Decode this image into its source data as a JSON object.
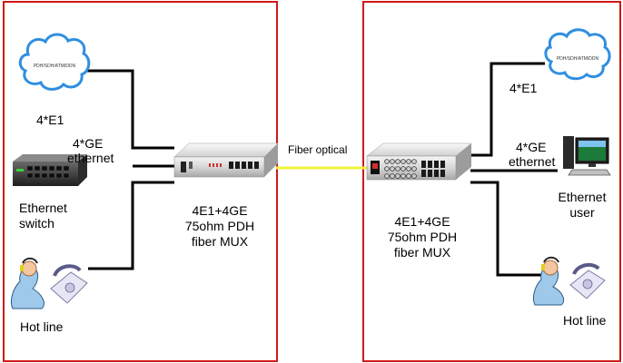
{
  "left_site": {
    "cloud_text": "PDH/SDH/ATM/DDN",
    "e1_label": "4*E1",
    "ge_label_line1": "4*GE",
    "ge_label_line2": "ethernet",
    "switch_label_line1": "Ethernet",
    "switch_label_line2": "switch",
    "mux_line1": "4E1+4GE",
    "mux_line2": "75ohm PDH",
    "mux_line3": "fiber MUX",
    "hotline_label": "Hot line"
  },
  "fiber_label": "Fiber optical",
  "right_site": {
    "cloud_text": "PDH/SDH/ATM/DDN",
    "e1_label": "4*E1",
    "ge_label_line1": "4*GE",
    "ge_label_line2": "ethernet",
    "user_label_line1": "Ethernet",
    "user_label_line2": "user",
    "mux_line1": "4E1+4GE",
    "mux_line2": "75ohm PDH",
    "mux_line3": "fiber MUX",
    "hotline_label": "Hot line"
  },
  "colors": {
    "frame": "#d01818",
    "fiber": "#f2f23a",
    "cloud": "#2f8fe0",
    "cable": "#000000"
  },
  "icons": [
    "cloud-icon",
    "ethernet-switch-icon",
    "fiber-mux-device-icon",
    "telephone-icon",
    "desktop-computer-icon"
  ]
}
